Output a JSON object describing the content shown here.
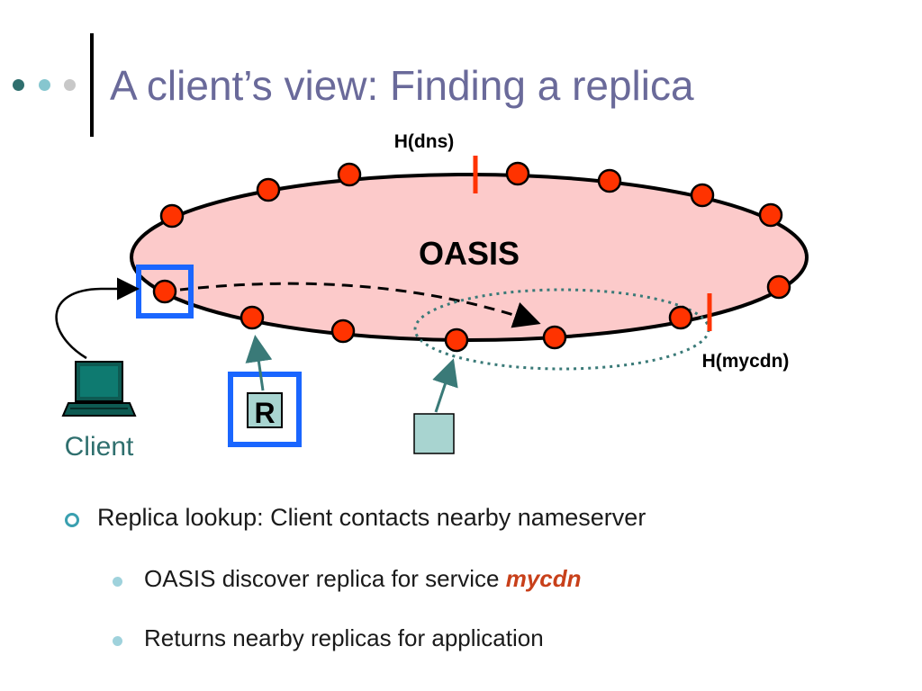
{
  "slide": {
    "title": "A client’s view: Finding a replica"
  },
  "diagram": {
    "ring_label": "OASIS",
    "hash_dns_label": "H(dns)",
    "hash_mycdn_label": "H(mycdn)",
    "replica_label": "R",
    "client_label": "Client",
    "colors": {
      "ring_fill": "#fccaca",
      "node_fill": "#ff3300",
      "hash_mark": "#ff3300",
      "box_outline": "#1a66ff",
      "service_box": "#a8d4d0",
      "arrow": "#3a7a78"
    }
  },
  "bullets": {
    "main": "Replica lookup:  Client contacts nearby nameserver",
    "sub1_prefix": "OASIS discover replica for service ",
    "sub1_emph": "mycdn",
    "sub2": "Returns nearby replicas for application"
  }
}
